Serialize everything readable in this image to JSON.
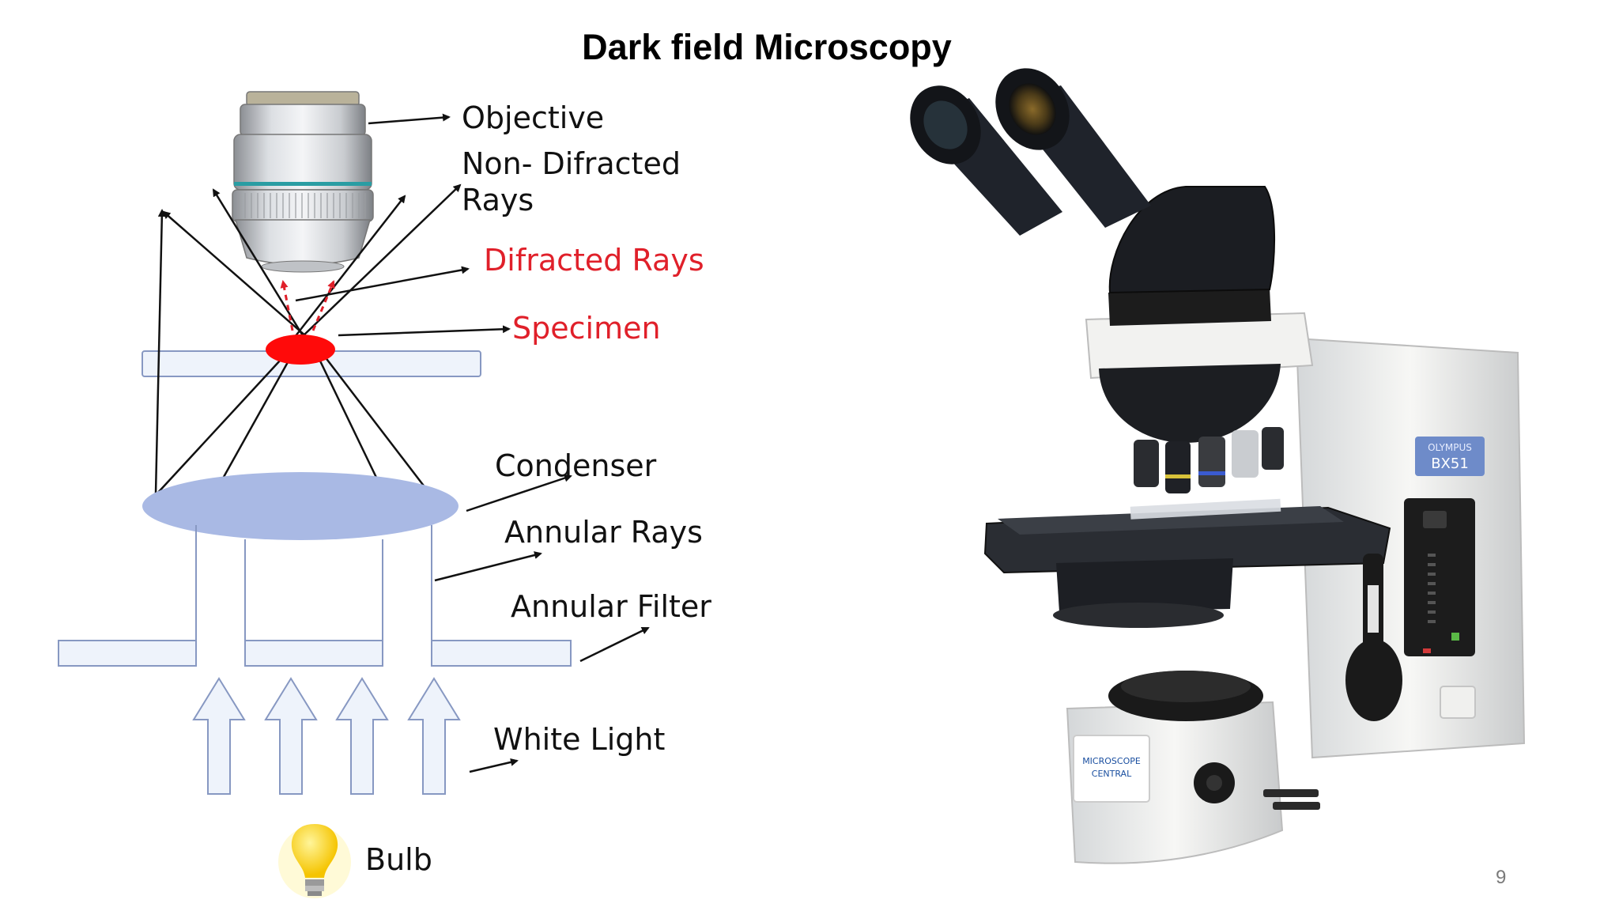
{
  "slide": {
    "title": "Dark field Microscopy",
    "page_number": "9"
  },
  "diagram": {
    "labels": {
      "objective": "Objective",
      "non_difracted_line1": "Non- Difracted",
      "non_difracted_line2": "Rays",
      "difracted_rays": "Difracted Rays",
      "specimen": "Specimen",
      "condenser": "Condenser",
      "annular_rays": "Annular Rays",
      "annular_filter": "Annular Filter",
      "white_light": "White Light",
      "bulb": "Bulb"
    },
    "colors": {
      "highlight_text": "#e0202a",
      "specimen": "#ff0a0a",
      "condenser": "#a9b9e4",
      "panel_fill": "#eef3fb",
      "panel_stroke": "#8798c2"
    }
  },
  "microscope": {
    "brand_badge": "OLYMPUS",
    "model": "BX51",
    "sticker_line1": "MICROSCOPE",
    "sticker_line2": "CENTRAL"
  }
}
